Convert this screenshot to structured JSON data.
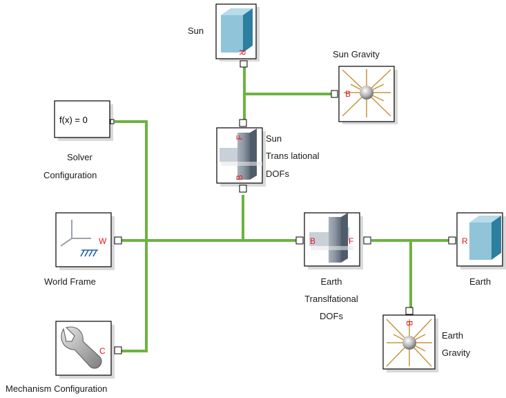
{
  "diagram": {
    "blocks": {
      "sun": {
        "label": "Sun",
        "port_r": "R"
      },
      "sun_gravity": {
        "label": "Sun Gravity",
        "port_b": "B"
      },
      "solver": {
        "text": "f(x) = 0",
        "label_line1": "Solver",
        "label_line2": "Configuration"
      },
      "sun_trans": {
        "label_line1": "Sun",
        "label_line2": "Trans lational",
        "label_line3": "DOFs",
        "port_f": "F",
        "port_b": "B"
      },
      "world": {
        "label": "World Frame",
        "port_w": "W"
      },
      "earth_trans": {
        "label_line1": "Earth",
        "label_line2": "Translfational",
        "label_line3": "DOFs",
        "port_b": "B",
        "port_f": "F"
      },
      "earth": {
        "label": "Earth",
        "port_r": "R"
      },
      "earth_gravity": {
        "label_line1": "Earth",
        "label_line2": "Gravity",
        "port_b": "B"
      },
      "mechanism": {
        "label": "Mechanism Configuration",
        "port_c": "C"
      }
    },
    "colors": {
      "connection": "#6cb33f",
      "port_label": "#e8141c",
      "cube_front": "#8fc4d9",
      "cube_top": "#b7dbe9",
      "cube_side": "#2e7ea0"
    }
  }
}
